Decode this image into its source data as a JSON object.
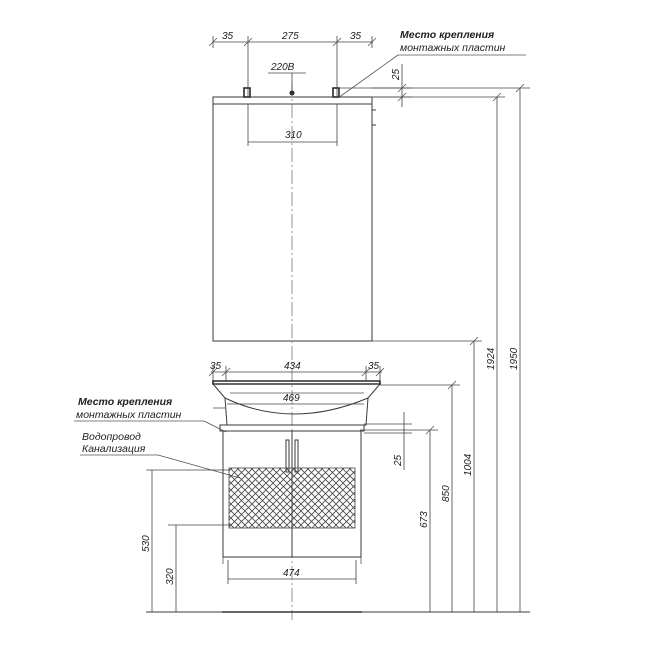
{
  "dimensions": {
    "top_side_left": "35",
    "top_span": "275",
    "top_side_right": "35",
    "socket": "220В",
    "mirror_drop": "25",
    "mirror_inner": "310",
    "height_total": "1950",
    "height_mirror_bottom": "1924",
    "basin_side_left": "35",
    "basin_span": "434",
    "basin_side_right": "35",
    "basin_inner": "469",
    "cabinet_drop": "25",
    "height_1004": "1004",
    "height_850": "850",
    "height_673": "673",
    "height_530": "530",
    "height_320": "320",
    "cabinet_bottom_span": "474"
  },
  "labels": {
    "mount_top_line1": "Место крепления",
    "mount_top_line2": "монтажных пластин",
    "mount_mid_line1": "Место крепления",
    "mount_mid_line2": "монтажных пластин",
    "water_supply": "Водопровод",
    "sewage": "Канализация"
  },
  "colors": {
    "line": "#3a3a3a",
    "background": "#ffffff"
  }
}
